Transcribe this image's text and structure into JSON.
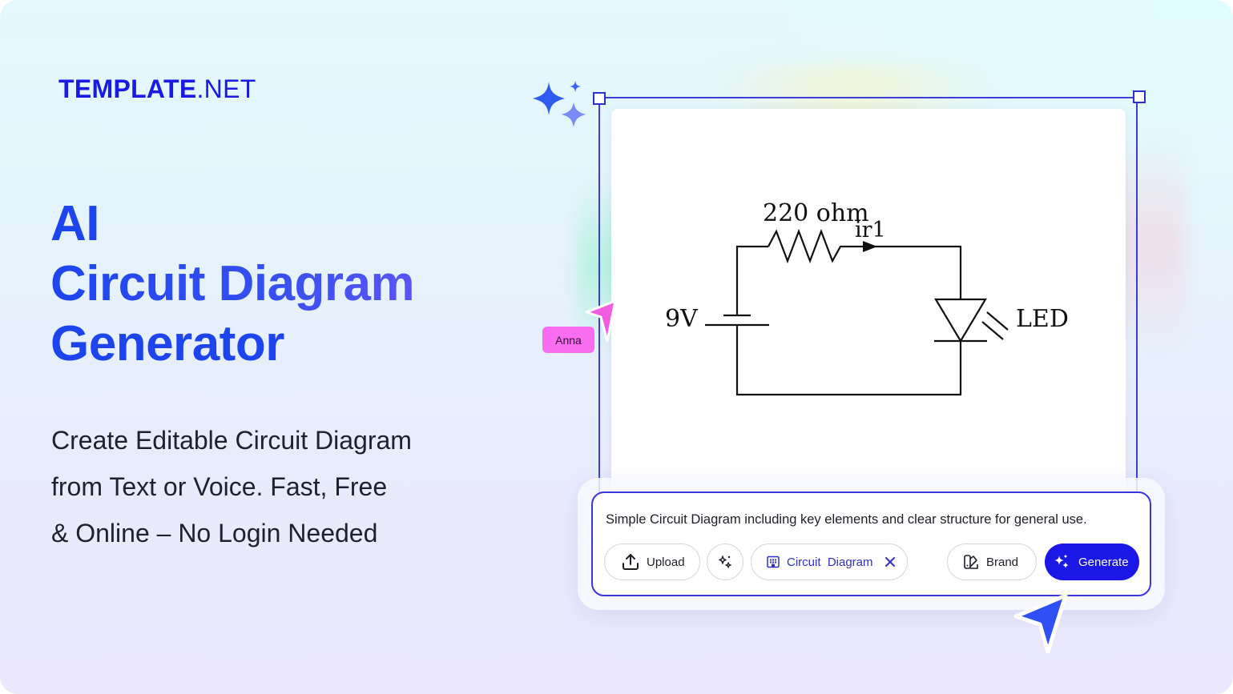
{
  "brand": {
    "logo_bold": "TEMPLATE",
    "logo_light": ".NET",
    "color": "#1a1ae6"
  },
  "hero": {
    "title_lines": [
      "AI",
      "Circuit Diagram",
      "Generator"
    ],
    "title_color": "#1d45ef",
    "description_lines": [
      "Create Editable Circuit Diagram",
      "from Text or Voice. Fast, Free",
      "& Online – No Login Needed"
    ]
  },
  "preview": {
    "circuit": {
      "resistor_label": "220 ohm",
      "current_label": "ir1",
      "source_label": "9V",
      "led_label": "LED"
    },
    "collaborator": {
      "name": "Anna",
      "color": "#f96ef0"
    }
  },
  "prompt": {
    "text": "Simple Circuit Diagram including key elements and clear structure for general use.",
    "upload_label": "Upload",
    "magic_icon": "sparkles-icon",
    "tag_label": "Circuit  Diagram",
    "brand_label": "Brand",
    "generate_label": "Generate",
    "accent": "#1b17e6"
  }
}
